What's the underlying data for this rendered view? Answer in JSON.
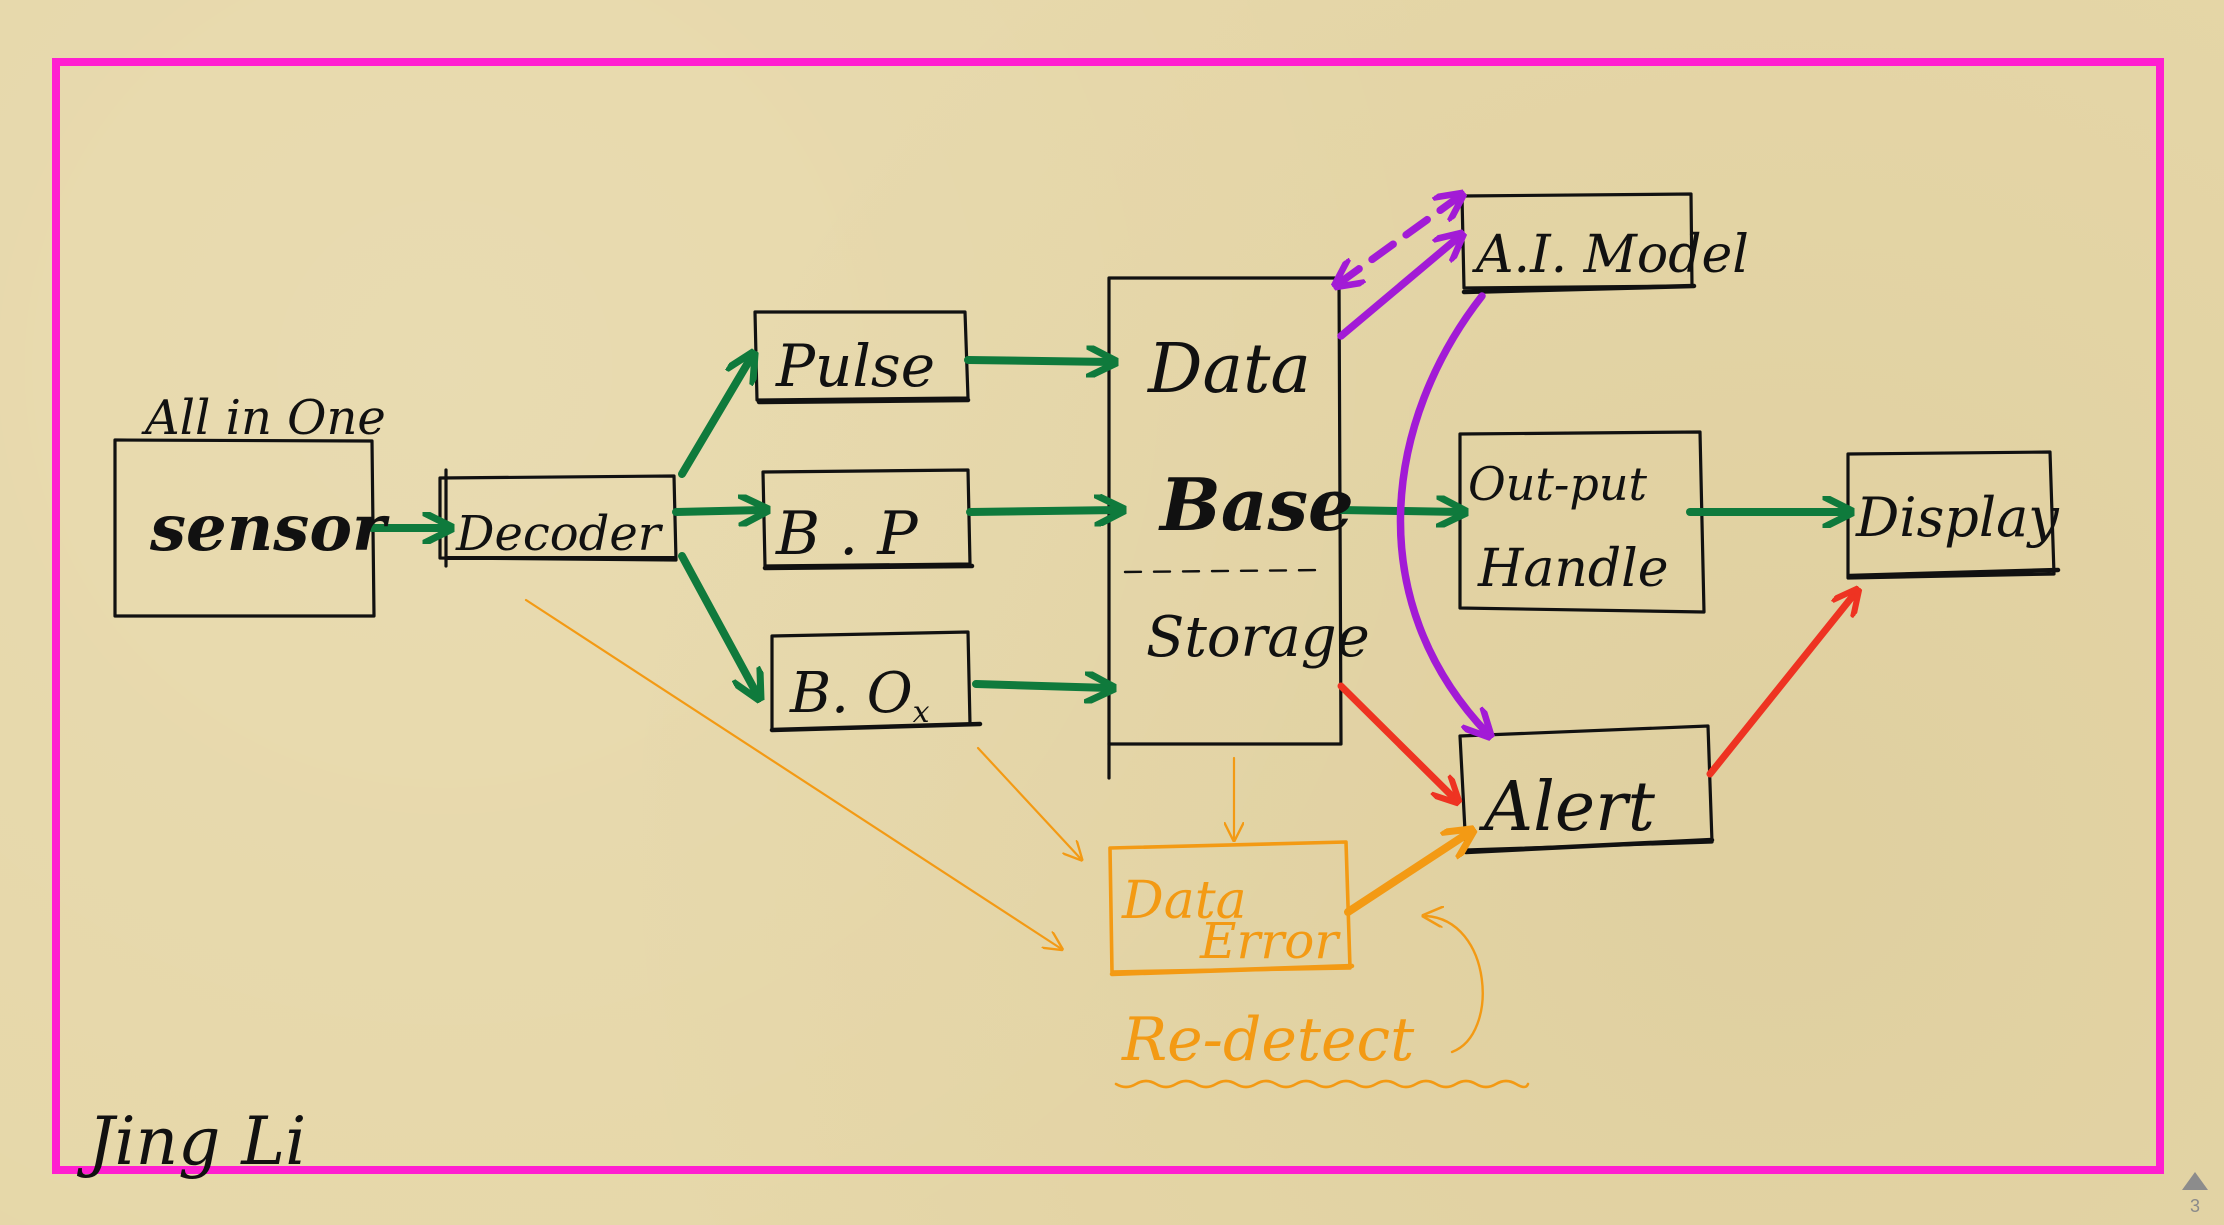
{
  "colors": {
    "frame": "#ff1fd0",
    "ink": "#111111",
    "green_arrow": "#0f7a3c",
    "purple_arrow": "#a21bd6",
    "red_arrow": "#ee3322",
    "orange": "#f39a14"
  },
  "nodes": {
    "all_in_one": "All in One",
    "sensor": "sensor",
    "decoder": "Decoder",
    "pulse": "Pulse",
    "bp": "B . P",
    "box": "B. O",
    "box_sub": "x",
    "database_line1": "Data",
    "database_line2": "Base",
    "storage": "Storage",
    "ai_model": "A.I. Model",
    "output_line1": "Out-put",
    "output_line2": "Handle",
    "display": "Display",
    "alert": "Alert",
    "data_error_line1": "Data",
    "data_error_line2": "Error",
    "redetect": "Re-detect"
  },
  "signature": "Jing Li",
  "page_number": "3"
}
